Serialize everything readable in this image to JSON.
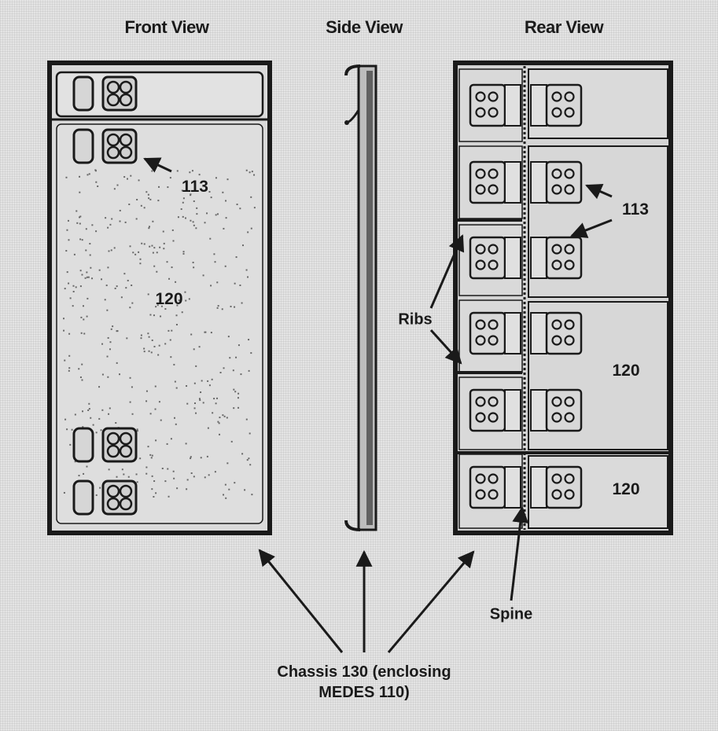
{
  "views": {
    "front": {
      "title": "Front View",
      "module_label": "120",
      "connector_label": "113"
    },
    "side": {
      "title": "Side View"
    },
    "rear": {
      "title": "Rear View",
      "connector_label": "113",
      "module_labels": [
        "120",
        "120"
      ],
      "ribs_label": "Ribs",
      "spine_label": "Spine"
    }
  },
  "caption": {
    "line1": "Chassis 130 (enclosing",
    "line2": "MEDES 110)"
  },
  "colors": {
    "ink": "#1a1a1a",
    "panel_fill": "#d9d9d9",
    "background": "#e4e4e4"
  }
}
